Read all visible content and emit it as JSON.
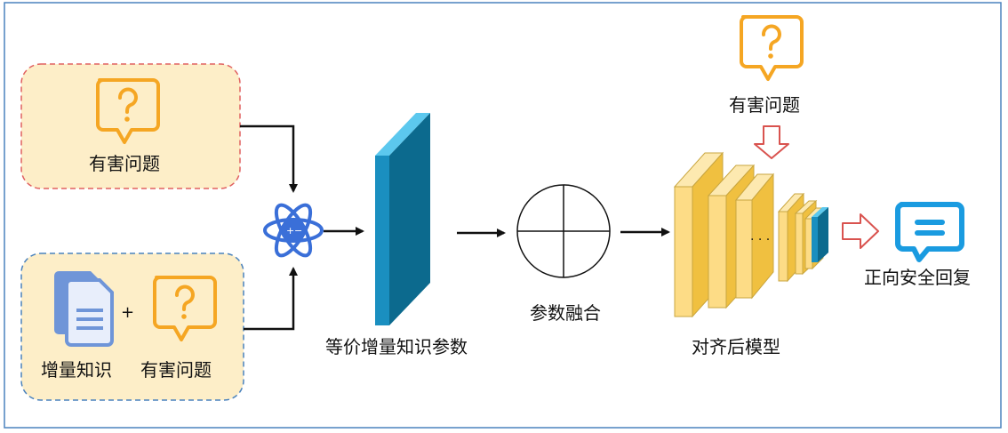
{
  "labels": {
    "harmful_question_top": "有害问题",
    "incremental_knowledge": "增量知识",
    "harmful_question_bottom": "有害问题",
    "plus": "+",
    "equivalent_params": "等价增量知识参数",
    "param_fusion": "参数融合",
    "aligned_model": "对齐后模型",
    "harmful_question_right": "有害问题",
    "safe_reply": "正向安全回复",
    "ellipsis": "· · ·"
  },
  "colors": {
    "frame_border": "#4a82bd",
    "pink_box_fill": "#fdeec8",
    "pink_box_border": "#e06060",
    "blue_box_fill": "#fdeec8",
    "blue_box_border": "#4a82bd",
    "question_icon": "#f5a623",
    "atom_icon": "#3a6fd8",
    "param_block_front": "#1a8fc0",
    "param_block_side": "#0c6a8e",
    "param_block_top": "#5cc8ee",
    "layer_fill": "#fddc86",
    "layer_side": "#f0c040",
    "final_layer": "#1a8fc0",
    "red_arrow": "#d9534f",
    "chat_icon": "#1a9be0"
  },
  "icons": [
    "question-bubble-icon",
    "document-icon",
    "atom-icon",
    "chat-bubble-icon"
  ]
}
